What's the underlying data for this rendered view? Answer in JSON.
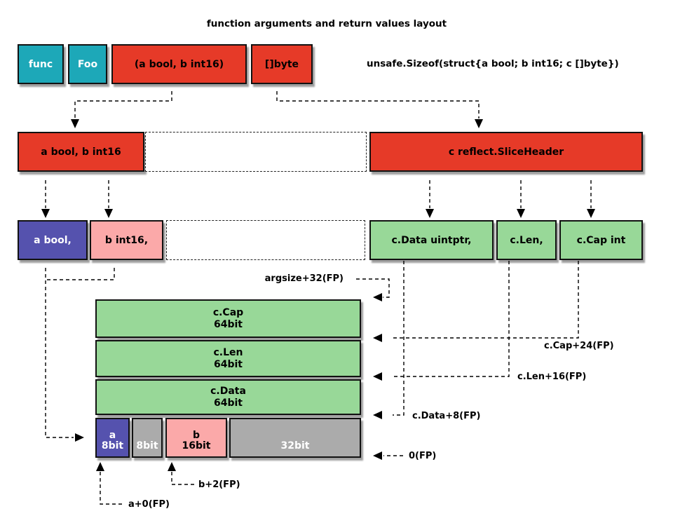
{
  "title": "function arguments and return values layout",
  "sizeof_note": "unsafe.Sizeof(struct{a bool; b int16; c []byte})",
  "colors": {
    "teal": "#1da8b8",
    "red": "#e63a28",
    "purple": "#5552ae",
    "pink": "#fba9a9",
    "green": "#98d898",
    "gray": "#ababab"
  },
  "signature_row": {
    "keyword": "func",
    "name": "Foo",
    "args": "(a bool, b int16)",
    "result": "[]byte"
  },
  "grouped_row": {
    "args": "a bool, b int16",
    "result": "c reflect.SliceHeader"
  },
  "fields_row": {
    "a": "a bool,",
    "b": "b int16,",
    "c_data": "c.Data uintptr,",
    "c_len": "c.Len,",
    "c_cap": "c.Cap int"
  },
  "stack": {
    "cap_name": "c.Cap",
    "cap_size": "64bit",
    "len_name": "c.Len",
    "len_size": "64bit",
    "data_name": "c.Data",
    "data_size": "64bit",
    "bit_a_name": "a",
    "bit_a_size": "8bit",
    "bit_pad_size": "8bit",
    "bit_b_name": "b",
    "bit_b_size": "16bit",
    "bit_pad32_size": "32bit"
  },
  "offset_labels": {
    "argsize": "argsize+32(FP)",
    "cap": "c.Cap+24(FP)",
    "len": "c.Len+16(FP)",
    "data": "c.Data+8(FP)",
    "zero": "0(FP)",
    "b": "b+2(FP)",
    "a": "a+0(FP)"
  }
}
